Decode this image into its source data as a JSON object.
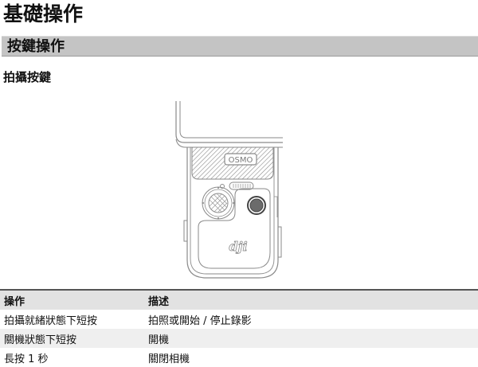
{
  "page": {
    "title": "基礎操作"
  },
  "section": {
    "title": "按鍵操作"
  },
  "subsection": {
    "title": "拍攝按鍵"
  },
  "figure": {
    "brand_label": "OSMO",
    "logo_label": "dji",
    "colors": {
      "line": "#8a8a8a",
      "button_fill": "#6b6b6b"
    }
  },
  "table": {
    "headers": [
      "操作",
      "描述"
    ],
    "rows": [
      [
        "拍攝就緒狀態下短按",
        "拍照或開始 / 停止錄影"
      ],
      [
        "關機狀態下短按",
        "開機"
      ],
      [
        "長按 1 秒",
        "關閉相機"
      ]
    ]
  }
}
